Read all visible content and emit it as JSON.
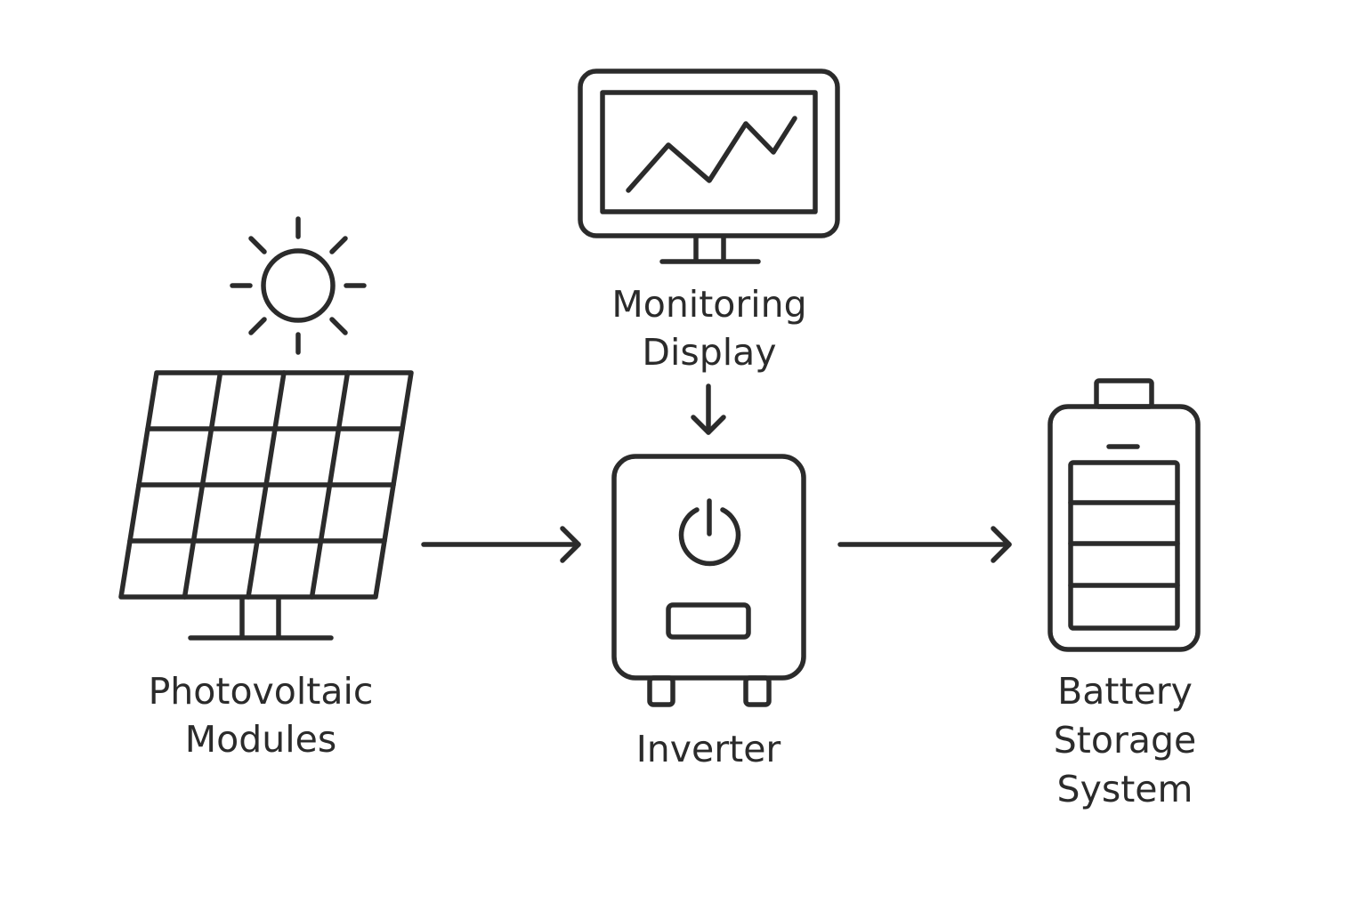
{
  "nodes": {
    "photovoltaic": {
      "line1": "Photovoltaic",
      "line2": "Modules",
      "icon": "solar-panel-icon"
    },
    "monitoring": {
      "line1": "Monitoring",
      "line2": "Display",
      "icon": "monitor-chart-icon"
    },
    "inverter": {
      "line1": "Inverter",
      "icon": "inverter-icon"
    },
    "battery": {
      "line1": "Battery",
      "line2": "Storage",
      "line3": "System",
      "icon": "battery-icon"
    }
  },
  "edges": [
    {
      "from": "photovoltaic",
      "to": "inverter"
    },
    {
      "from": "monitoring",
      "to": "inverter"
    },
    {
      "from": "inverter",
      "to": "battery"
    }
  ],
  "colors": {
    "stroke": "#2b2b2b",
    "background": "#ffffff"
  }
}
